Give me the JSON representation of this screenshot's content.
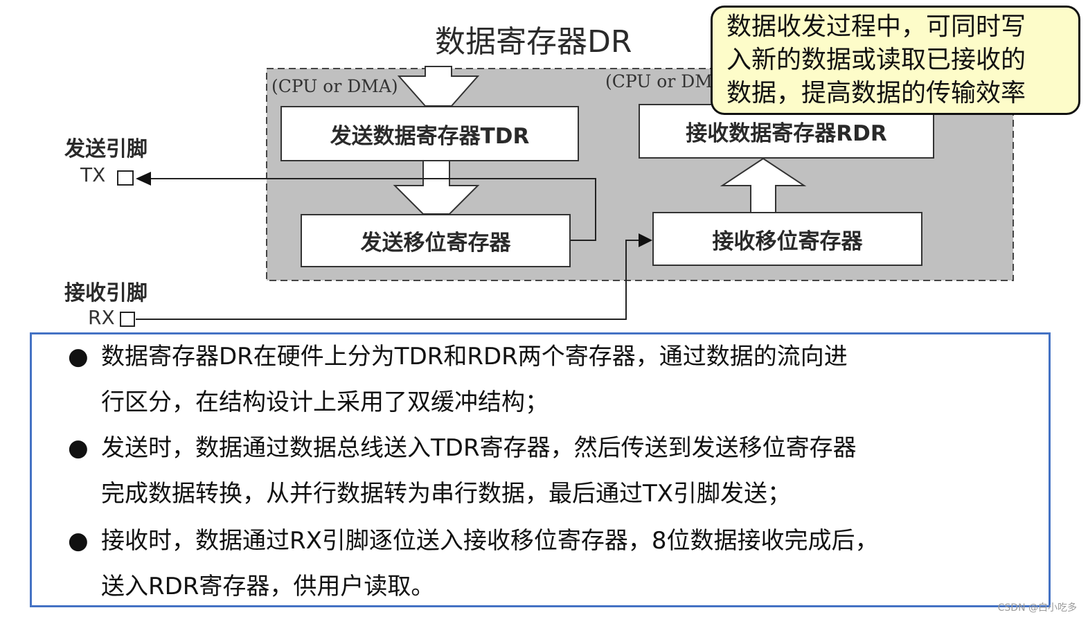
{
  "diagram": {
    "title": "数据寄存器DR",
    "tx_pin": {
      "label": "发送引脚",
      "name": "TX"
    },
    "rx_pin": {
      "label": "接收引脚",
      "name": "RX"
    },
    "source_left": "(CPU or DMA)",
    "source_right": "(CPU or DM",
    "tdr": "发送数据寄存器TDR",
    "rdr": "接收数据寄存器RDR",
    "tx_shift": "发送移位寄存器",
    "rx_shift": "接收移位寄存器"
  },
  "note": {
    "lines": [
      "数据收发过程中，可同时写",
      "入新的数据或读取已接收的",
      "数据，提高数据的传输效率"
    ]
  },
  "description": {
    "bullet_glyph": "●",
    "bullets": [
      {
        "lines": [
          "数据寄存器DR在硬件上分为TDR和RDR两个寄存器，通过数据的流向进",
          "行区分，在结构设计上采用了双缓冲结构；"
        ]
      },
      {
        "lines": [
          "发送时，数据通过数据总线送入TDR寄存器，然后传送到发送移位寄存器",
          "完成数据转换，从并行数据转为串行数据，最后通过TX引脚发送；"
        ]
      },
      {
        "lines": [
          "接收时，数据通过RX引脚逐位送入接收移位寄存器，8位数据接收完成后，",
          "送入RDR寄存器，供用户读取。"
        ]
      }
    ]
  },
  "watermark": "CSDN @白小吃多",
  "colors": {
    "dr_region_fill": "#c0c0c0",
    "note_fill": "#fdfcc9",
    "description_border": "#4472c4"
  }
}
